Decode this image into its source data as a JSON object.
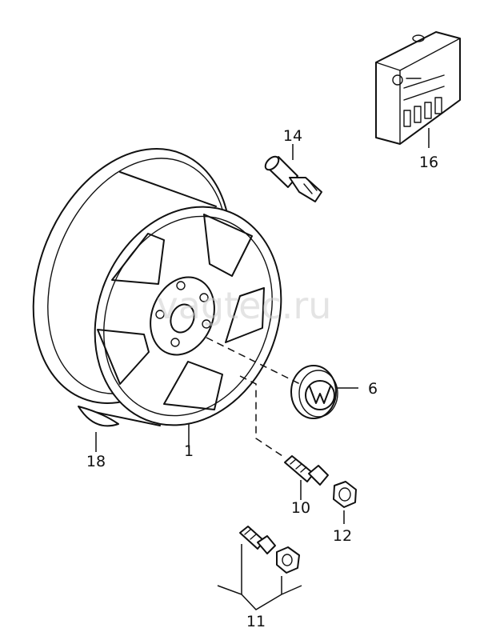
{
  "watermark": "vagtec.ru",
  "callouts": {
    "wheel": "1",
    "hub_cap": "6",
    "bolt": "10",
    "lock_set": "11",
    "nut": "12",
    "valve": "14",
    "bolt_box": "16",
    "weight": "18"
  },
  "colors": {
    "line": "#111111",
    "watermark": "#cfcfcf",
    "background": "#ffffff"
  }
}
